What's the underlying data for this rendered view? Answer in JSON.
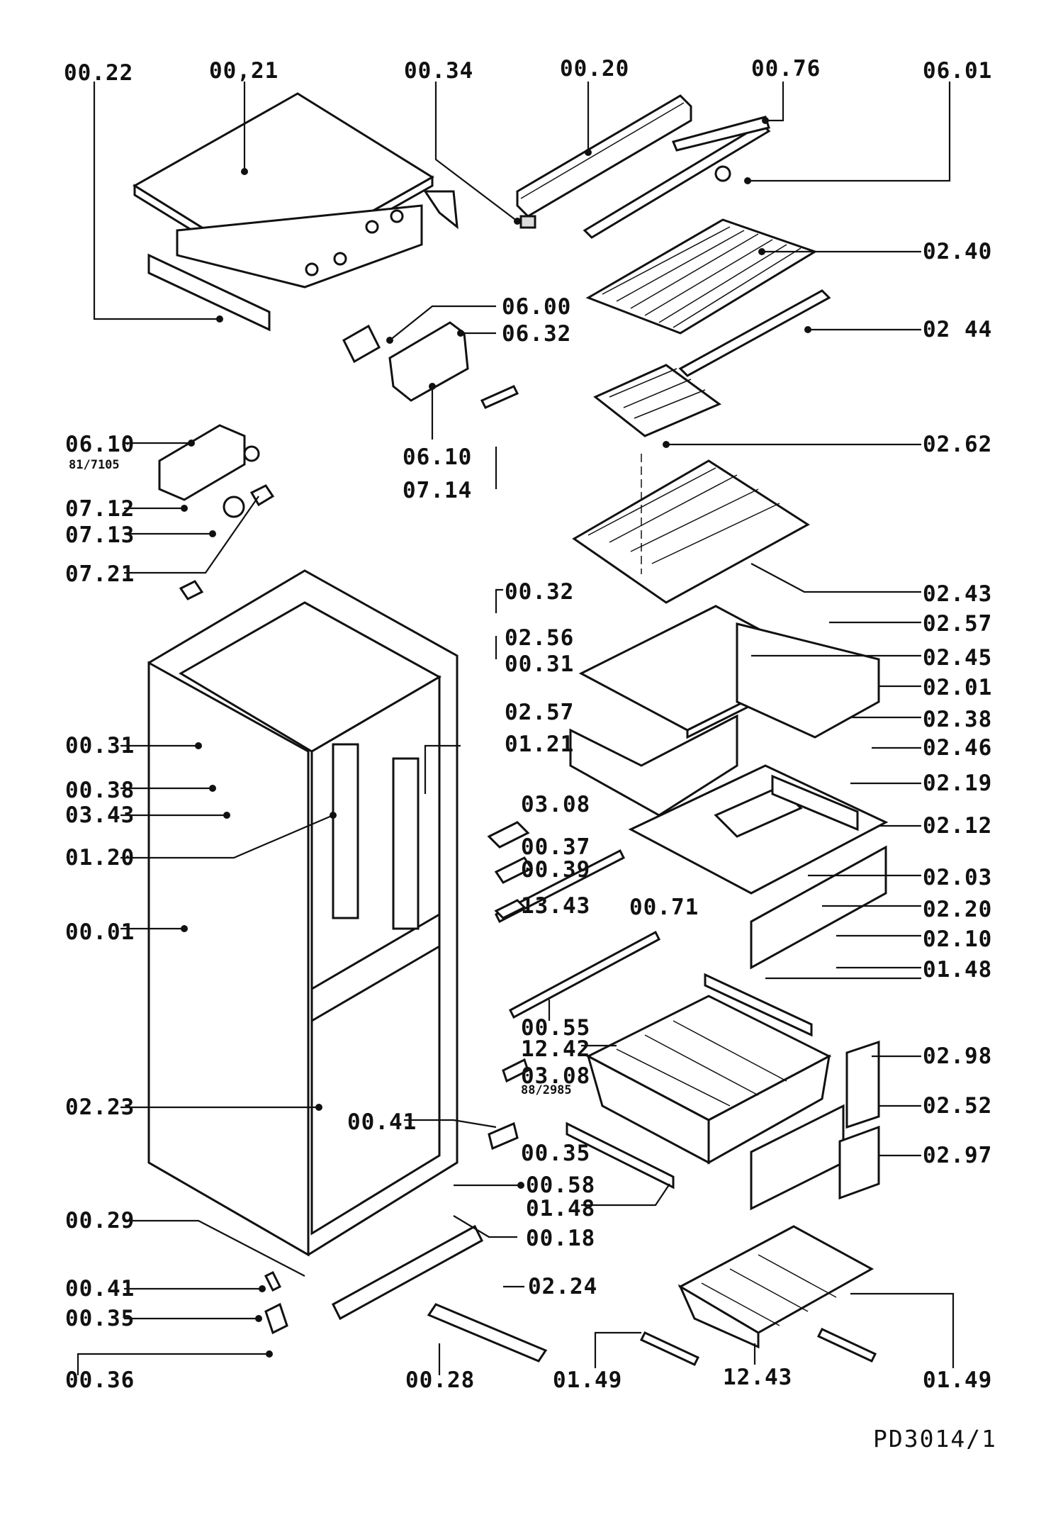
{
  "drawing_reference": "PD3014/1",
  "callouts": [
    {
      "id": "c0022",
      "text": "00.22"
    },
    {
      "id": "c0021",
      "text": "00,21"
    },
    {
      "id": "c0034",
      "text": "00.34"
    },
    {
      "id": "c0020",
      "text": "00.20"
    },
    {
      "id": "c0076",
      "text": "00.76"
    },
    {
      "id": "c0601",
      "text": "06.01"
    },
    {
      "id": "c0240",
      "text": "02.40"
    },
    {
      "id": "c0244",
      "text": "02 44"
    },
    {
      "id": "c0600",
      "text": "06.00"
    },
    {
      "id": "c0632",
      "text": "06.32"
    },
    {
      "id": "c0610a",
      "text": "06.10"
    },
    {
      "id": "c0610b",
      "text": "06.10"
    },
    {
      "id": "c0714",
      "text": "07.14"
    },
    {
      "id": "c0712",
      "text": "07.12"
    },
    {
      "id": "c0713",
      "text": "07.13"
    },
    {
      "id": "c0721",
      "text": "07.21"
    },
    {
      "id": "c0262",
      "text": "02.62"
    },
    {
      "id": "c0243",
      "text": "02.43"
    },
    {
      "id": "c0032",
      "text": "00.32"
    },
    {
      "id": "c0256",
      "text": "02.56"
    },
    {
      "id": "c0031a",
      "text": "00.31"
    },
    {
      "id": "c0257a",
      "text": "02.57"
    },
    {
      "id": "c0245",
      "text": "02.45"
    },
    {
      "id": "c0201",
      "text": "02.01"
    },
    {
      "id": "c0257b",
      "text": "02.57"
    },
    {
      "id": "c0238",
      "text": "02.38"
    },
    {
      "id": "c0246",
      "text": "02.46"
    },
    {
      "id": "c0031b",
      "text": "00.31"
    },
    {
      "id": "c0121",
      "text": "01.21"
    },
    {
      "id": "c0038",
      "text": "00.38"
    },
    {
      "id": "c0343",
      "text": "03.43"
    },
    {
      "id": "c0120",
      "text": "01.20"
    },
    {
      "id": "c0219",
      "text": "02.19"
    },
    {
      "id": "c0308a",
      "text": "03.08"
    },
    {
      "id": "c0212",
      "text": "02.12"
    },
    {
      "id": "c0037",
      "text": "00.37"
    },
    {
      "id": "c0039",
      "text": "00.39"
    },
    {
      "id": "c0203",
      "text": "02.03"
    },
    {
      "id": "c0001",
      "text": "00.01"
    },
    {
      "id": "c1343",
      "text": "13.43"
    },
    {
      "id": "c0071",
      "text": "00.71"
    },
    {
      "id": "c0220",
      "text": "02.20"
    },
    {
      "id": "c0210",
      "text": "02.10"
    },
    {
      "id": "c0148a",
      "text": "01.48"
    },
    {
      "id": "c0055",
      "text": "00.55"
    },
    {
      "id": "c1242",
      "text": "12.42"
    },
    {
      "id": "c0298",
      "text": "02.98"
    },
    {
      "id": "c0308b",
      "text": "03.08"
    },
    {
      "id": "c0223",
      "text": "02.23"
    },
    {
      "id": "c0252",
      "text": "02.52"
    },
    {
      "id": "c0041a",
      "text": "00.41"
    },
    {
      "id": "c0035a",
      "text": "00.35"
    },
    {
      "id": "c0297",
      "text": "02.97"
    },
    {
      "id": "c0058",
      "text": "00.58"
    },
    {
      "id": "c0148b",
      "text": "01.48"
    },
    {
      "id": "c0018",
      "text": "00.18"
    },
    {
      "id": "c0029",
      "text": "00.29"
    },
    {
      "id": "c0224",
      "text": "02.24"
    },
    {
      "id": "c0041b",
      "text": "00.41"
    },
    {
      "id": "c0035b",
      "text": "00.35"
    },
    {
      "id": "c0036",
      "text": "00.36"
    },
    {
      "id": "c0028",
      "text": "00.28"
    },
    {
      "id": "c0149a",
      "text": "01.49"
    },
    {
      "id": "c1243",
      "text": "12.43"
    },
    {
      "id": "c0149b",
      "text": "01.49"
    }
  ],
  "sub_notes": [
    {
      "id": "s0610",
      "text": "81/7105"
    },
    {
      "id": "s0308",
      "text": "88/2985"
    }
  ]
}
